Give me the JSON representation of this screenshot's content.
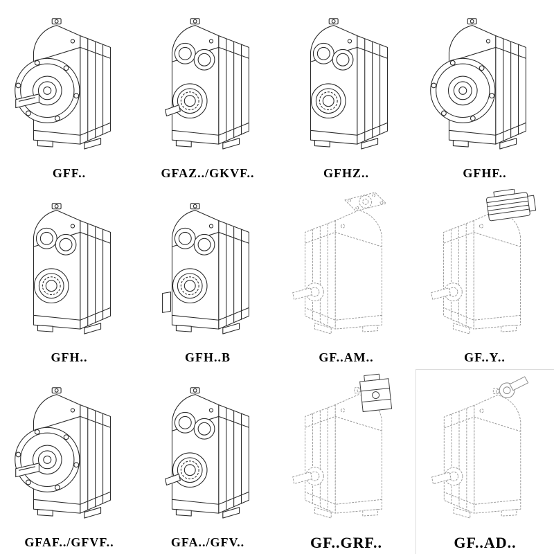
{
  "colors": {
    "background": "#ffffff",
    "line": "#2c2c2c",
    "dashed_line": "#9a9a9a",
    "label_text": "#000000"
  },
  "products": [
    {
      "label": "GFF..",
      "drawing": "flange-output-gearbox-icon"
    },
    {
      "label": "GFAZ../GKVF..",
      "drawing": "solid-shaft-gearbox-icon"
    },
    {
      "label": "GFHZ..",
      "drawing": "hollow-shaft-gearbox-icon"
    },
    {
      "label": "GFHF..",
      "drawing": "hollow-shaft-flange-gearbox-icon"
    },
    {
      "label": "GFH..",
      "drawing": "hollow-shaft-gearbox-icon"
    },
    {
      "label": "GFH..B",
      "drawing": "hollow-shaft-gearbox-with-bracket-icon"
    },
    {
      "label": "GF..AM..",
      "drawing": "iec-adapter-gearbox-icon"
    },
    {
      "label": "GF..Y..",
      "drawing": "motor-mounted-gearbox-icon"
    },
    {
      "label": "GFAF../GFVF..",
      "drawing": "flange-output-gearbox-icon"
    },
    {
      "label": "GFA../GFV..",
      "drawing": "solid-shaft-gearbox-icon"
    },
    {
      "label": "GF..GRF..",
      "drawing": "adapter-box-gearbox-icon"
    },
    {
      "label": "GF..AD..",
      "drawing": "input-shaft-adapter-gearbox-icon"
    }
  ]
}
